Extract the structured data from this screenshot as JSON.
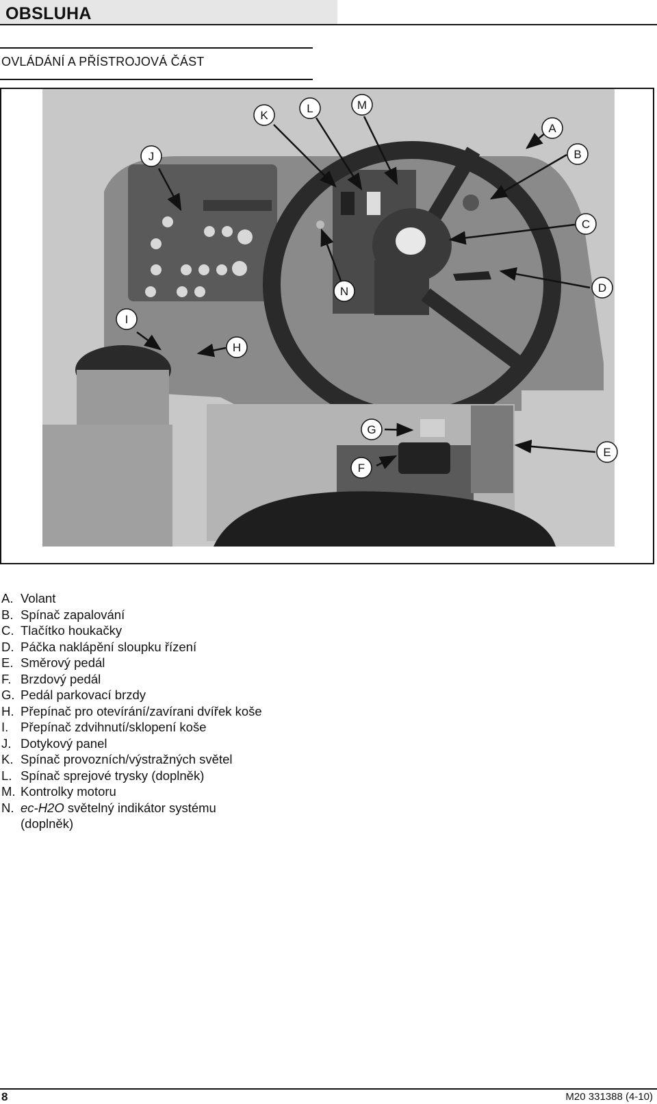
{
  "header": {
    "title": "OBSLUHA"
  },
  "section": {
    "title": "OVLÁDÁNÍ A PŘÍSTROJOVÁ ČÁST"
  },
  "figure": {
    "callouts": [
      "A",
      "B",
      "C",
      "D",
      "E",
      "F",
      "G",
      "H",
      "I",
      "J",
      "K",
      "L",
      "M",
      "N"
    ]
  },
  "legend": [
    {
      "key": "A.",
      "text": "Volant"
    },
    {
      "key": "B.",
      "text": "Spínač zapalování"
    },
    {
      "key": "C.",
      "text": "Tlačítko houkačky"
    },
    {
      "key": "D.",
      "text": "Páčka naklápění sloupku řízení"
    },
    {
      "key": "E.",
      "text": "Směrový pedál"
    },
    {
      "key": "F.",
      "text": "Brzdový pedál"
    },
    {
      "key": "G.",
      "text": "Pedál parkovací brzdy"
    },
    {
      "key": "H.",
      "text": "Přepínač pro otevírání/zavírani dvířek koše"
    },
    {
      "key": "I.",
      "text": "Přepínač zdvihnutí/sklopení koše"
    },
    {
      "key": "J.",
      "text": "Dotykový panel"
    },
    {
      "key": "K.",
      "text": "Spínač provozních/výstražných světel"
    },
    {
      "key": "L.",
      "text": "Spínač sprejové trysky (doplněk)"
    },
    {
      "key": "M.",
      "text": "Kontrolky motoru"
    },
    {
      "key": "N.",
      "text_italic": "ec-H2O",
      "text": " světelný indikátor systému",
      "text_cont": "(doplněk)"
    }
  ],
  "footer": {
    "page": "8",
    "doc": "M20 331388 (4-10)"
  }
}
